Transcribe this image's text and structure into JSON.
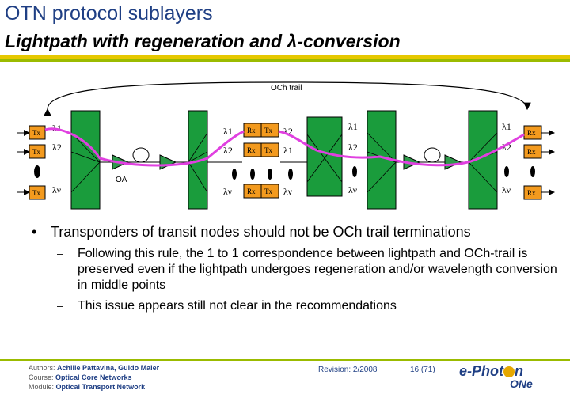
{
  "slide": {
    "title": "OTN protocol sublayers",
    "subtitle": "Lightpath with regeneration and λ-conversion"
  },
  "diagram": {
    "och_trail": "OCh trail",
    "oa": "OA",
    "tx": "Tx",
    "rx": "Rx",
    "lambda1": "λ1",
    "lambda2": "λ2",
    "lambdan": "λν",
    "colors": {
      "transponder": "#f39a1e",
      "oxc": "#1a9c3c",
      "lightpath": "#e040e0",
      "amplifier": "#2e9a4a"
    }
  },
  "bullets": {
    "main": "Transponders of transit nodes should not be OCh trail terminations",
    "sub1": "Following this rule, the 1 to 1 correspondence between lightpath and OCh-trail is preserved even if the lightpath undergoes regeneration and/or wavelength conversion in middle points",
    "sub2": "This issue appears still not clear in the recommendations"
  },
  "footer": {
    "authors_label": "Authors:",
    "authors": "Achille Pattavina, Guido Maier",
    "course_label": "Course:",
    "course": "Optical Core Networks",
    "module_label": "Module:",
    "module": "Optical Transport Network",
    "revision": "Revision: 2/2008",
    "page": "16 (71)",
    "logo_main": "e-Phot",
    "logo_o": "n",
    "logo_sub": "ONe"
  }
}
